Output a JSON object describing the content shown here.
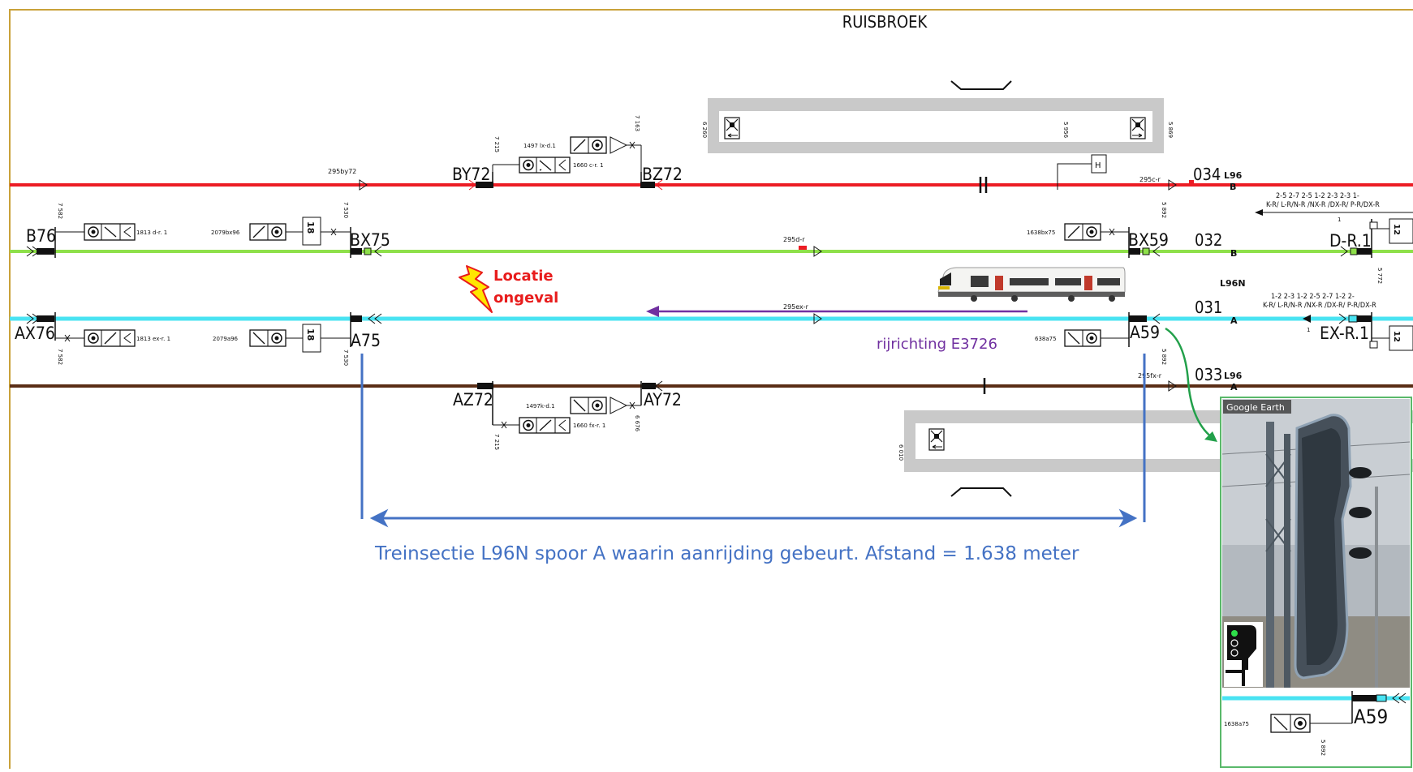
{
  "station": "RUISBROEK",
  "accident": {
    "line1": "Locatie",
    "line2": "ongeval"
  },
  "direction_label": "rijrichting E3726",
  "section_caption": "Treinsectie L96N spoor A waarin aanrijding gebeurt. Afstand = 1.638 meter",
  "colors": {
    "track_034": "#ec1c24",
    "track_032": "#8ee04a",
    "track_031": "#49e3f2",
    "track_033": "#5a2d15",
    "measure": "#4472c4",
    "direction": "#7030a0",
    "accident": "#e81c1c",
    "inset_border": "#5ab96a",
    "frame": "#c9a23a",
    "platform": "#c9c9c9"
  },
  "tracks": [
    {
      "id": "034",
      "line": "L96",
      "side": "B"
    },
    {
      "id": "032",
      "line": "",
      "side": "B"
    },
    {
      "id": "031",
      "line": "L96N",
      "side": "A"
    },
    {
      "id": "033",
      "line": "L96",
      "side": "A"
    }
  ],
  "signals": {
    "B76": "B76",
    "BX75": "BX75",
    "BY72": "BY72",
    "BZ72": "BZ72",
    "BX59": "BX59",
    "DR1": "D-R.1",
    "AX76": "AX76",
    "A75": "A75",
    "A59": "A59",
    "EXR1": "EX-R.1",
    "AZ72": "AZ72",
    "AY72": "AY72"
  },
  "small": {
    "s295by72": "295by72",
    "s1497lxd1": "1497 lx-d.1",
    "s1660cr1": "1660 c-r. 1",
    "s1813dr1": "1813 d-r. 1",
    "s2079bx96": "2079bx96",
    "s295dr": "295d-r",
    "s295cr": "295c-r",
    "s1638bx75": "1638bx75",
    "s1813exr1": "1813 ex-r. 1",
    "s2079a96": "2079a96",
    "s295exr": "295ex-r",
    "s638a75": "638a75",
    "s295fxr": "295fx-r",
    "s1497kd1": "1497k-d.1",
    "s1660fxr1": "1660 fx-r. 1",
    "drRoutes": "2-5  2-7 2-5   1-2   2-3 2-3  1-",
    "drRoutes2": "K-R/ L-R/N-R /NX-R /DX-R/ P-R/DX-R",
    "exRoutes": "1-2  2-3 1-2   2-5   2-7 1-2  2-",
    "exRoutes2": "K-R/ L-R/N-R /NX-R /DX-R/ P-R/DX-R",
    "k7582": "7 582",
    "k7530": "7 530",
    "k7215": "7 215",
    "k7163": "7 163",
    "k6260": "6 260",
    "k5956": "5 956",
    "k5869": "5 869",
    "k5892": "5 892",
    "k5772": "5 772",
    "k6010": "6 010",
    "k6676": "6 676",
    "v12": "12",
    "v18": "18",
    "H": "H",
    "I": "I",
    "II": "II",
    "one": "1"
  },
  "inset": {
    "watermark": "Google Earth",
    "signal_label": "A59",
    "plate": "1638a75",
    "km": "5 892"
  }
}
